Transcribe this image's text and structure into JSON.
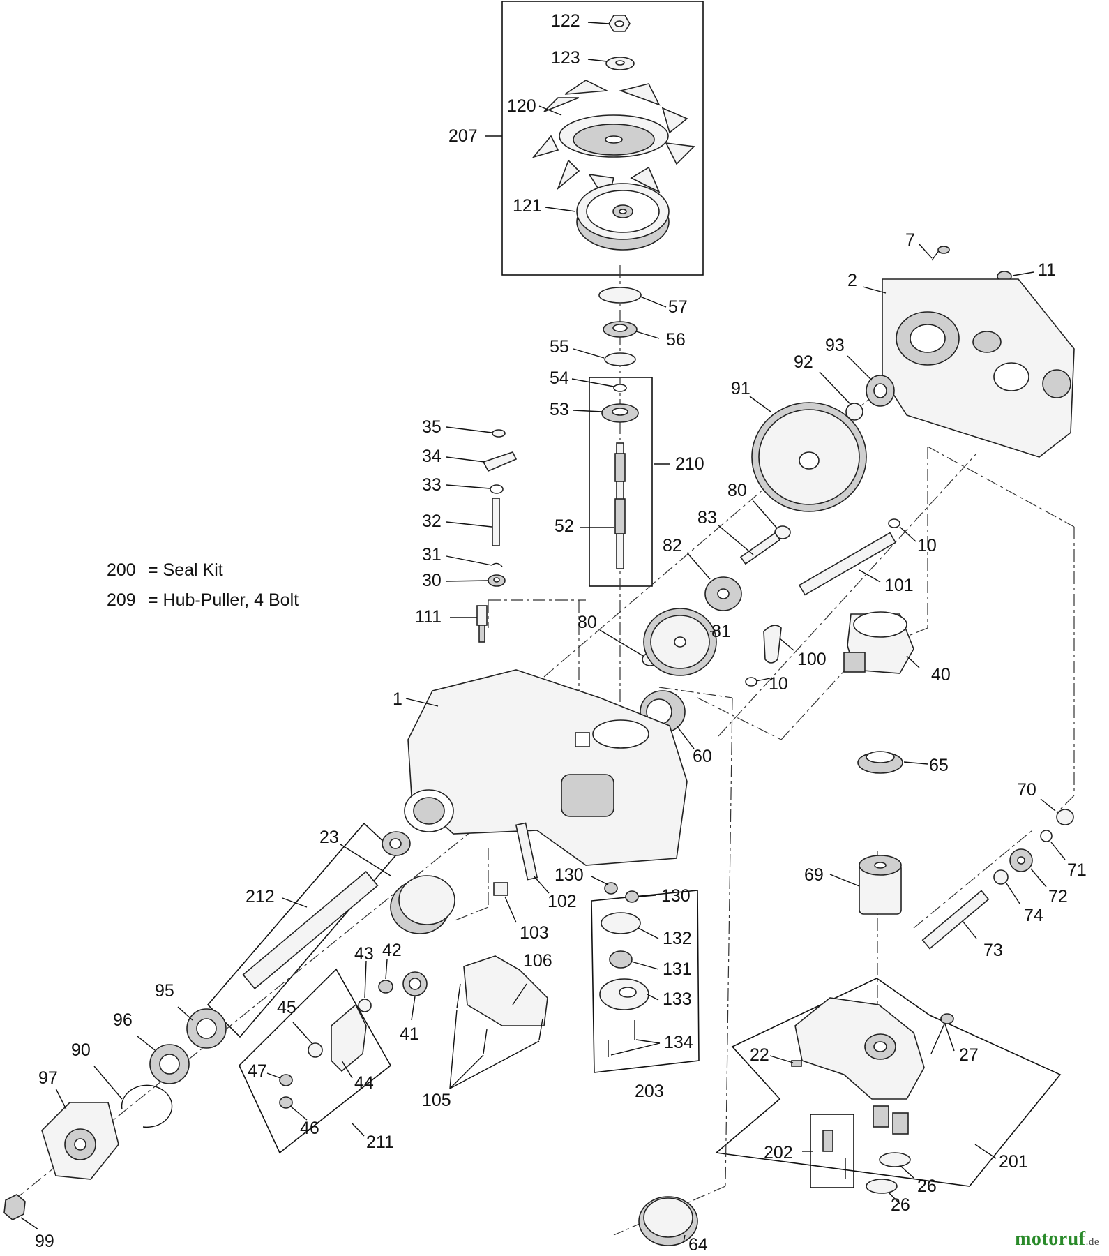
{
  "legend": [
    {
      "num": "200",
      "text": "= Seal Kit"
    },
    {
      "num": "209",
      "text": "= Hub-Puller, 4 Bolt"
    }
  ],
  "watermark": {
    "name": "motoruf",
    "tld": ".de"
  },
  "callouts": [
    "122",
    "123",
    "120",
    "207",
    "121",
    "57",
    "56",
    "55",
    "54",
    "53",
    "210",
    "52",
    "35",
    "34",
    "33",
    "32",
    "31",
    "30",
    "111",
    "7",
    "11",
    "2",
    "93",
    "92",
    "91",
    "80",
    "83",
    "82",
    "10",
    "101",
    "80",
    "81",
    "100",
    "10",
    "40",
    "1",
    "60",
    "65",
    "70",
    "71",
    "72",
    "74",
    "73",
    "69",
    "23",
    "212",
    "130",
    "130",
    "102",
    "103",
    "132",
    "131",
    "133",
    "134",
    "203",
    "106",
    "43",
    "42",
    "41",
    "95",
    "96",
    "45",
    "47",
    "44",
    "46",
    "211",
    "90",
    "97",
    "99",
    "105",
    "22",
    "27",
    "202",
    "201",
    "26",
    "26",
    "64"
  ]
}
